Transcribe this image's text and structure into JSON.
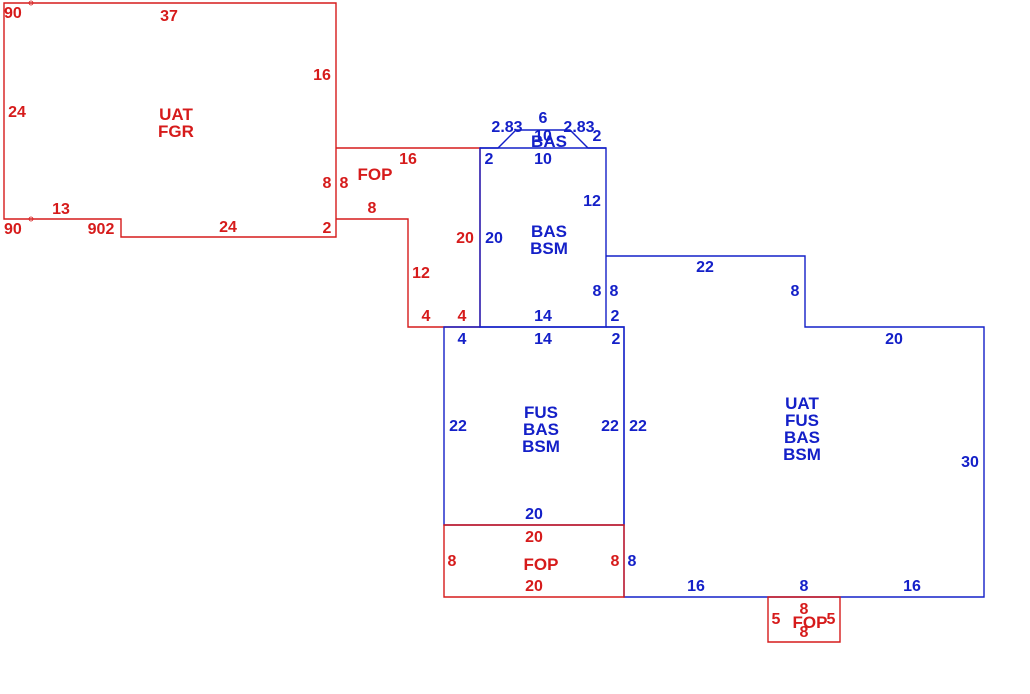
{
  "colors": {
    "new_area": "#d61b1b",
    "existing_area": "#1420c8",
    "background": "#ffffff"
  },
  "areas": [
    {
      "id": "garage",
      "color": "red",
      "codes": [
        "UAT",
        "FGR"
      ]
    },
    {
      "id": "porch_top",
      "color": "red",
      "codes": [
        "FOP"
      ]
    },
    {
      "id": "bay",
      "color": "blue",
      "codes": [
        "BAS"
      ],
      "bay_center_label": "10"
    },
    {
      "id": "main_upper",
      "color": "blue",
      "codes": [
        "BAS",
        "BSM"
      ]
    },
    {
      "id": "main_mid",
      "color": "blue",
      "codes": [
        "FUS",
        "BAS",
        "BSM"
      ]
    },
    {
      "id": "main_right",
      "color": "blue",
      "codes": [
        "UAT",
        "FUS",
        "BAS",
        "BSM"
      ]
    },
    {
      "id": "porch_front",
      "color": "red",
      "codes": [
        "FOP"
      ]
    },
    {
      "id": "porch_small",
      "color": "red",
      "codes": [
        "FOP"
      ]
    }
  ],
  "dimensions": {
    "garage": [
      "90",
      "37",
      "16",
      "24",
      "8",
      "8",
      "90",
      "13",
      "902",
      "24",
      "2"
    ],
    "porch_top": [
      "16",
      "8",
      "20",
      "12",
      "4",
      "4"
    ],
    "bay": [
      "2.83",
      "6",
      "2.83",
      "2",
      "2",
      "10"
    ],
    "main_upper": [
      "12",
      "20",
      "8",
      "14"
    ],
    "connector": [
      "22",
      "8",
      "8",
      "2",
      "20"
    ],
    "main_mid": [
      "4",
      "14",
      "2",
      "22",
      "22",
      "22",
      "20"
    ],
    "main_right": [
      "30",
      "8",
      "16",
      "8",
      "16"
    ],
    "porch_front": [
      "20",
      "8",
      "8",
      "20"
    ],
    "porch_small": [
      "5",
      "8",
      "5",
      "8"
    ]
  }
}
